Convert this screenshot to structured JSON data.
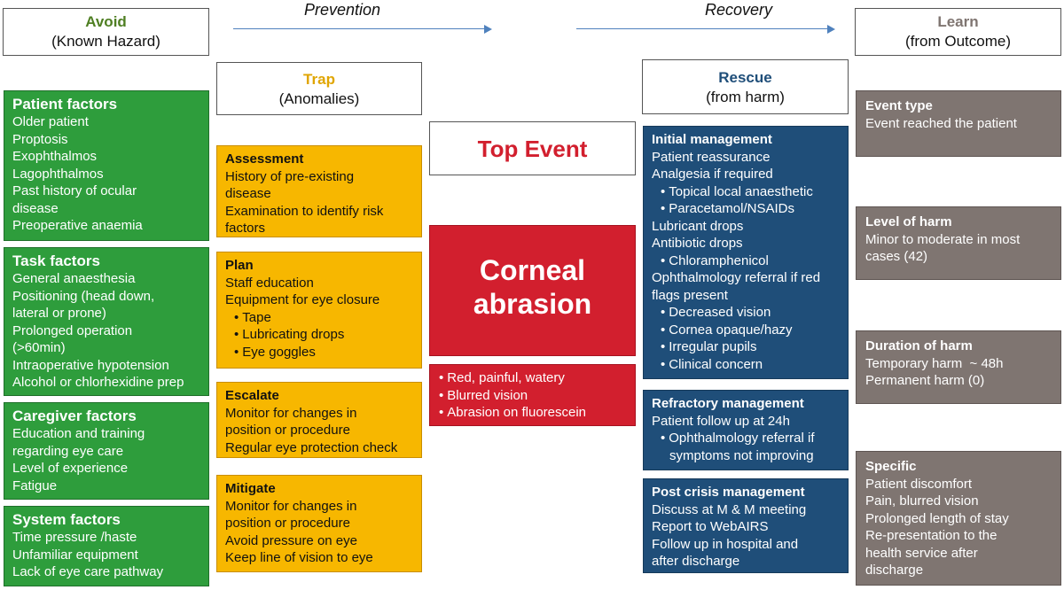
{
  "headers": {
    "avoid": {
      "title": "Avoid",
      "subtitle": "(Known Hazard)",
      "color": "#4f7f23"
    },
    "trap": {
      "title": "Trap",
      "subtitle": "(Anomalies)",
      "color": "#e0a500"
    },
    "rescue": {
      "title": "Rescue",
      "subtitle": "(from harm)",
      "color": "#1f4e79"
    },
    "learn": {
      "title": "Learn",
      "subtitle": "(from Outcome)",
      "color": "#7f7571"
    }
  },
  "phases": {
    "prevention": "Prevention",
    "recovery": "Recovery"
  },
  "top_event": {
    "label": "Top Event",
    "color": "#d21f2e"
  },
  "corneal": {
    "line1": "Corneal",
    "line2": "abrasion"
  },
  "symptoms": [
    "Red, painful, watery",
    "Blurred vision",
    "Abrasion on fluorescein"
  ],
  "avoid_boxes": [
    {
      "title": "Patient factors",
      "lines": [
        "Older patient",
        "Proptosis",
        "Exophthalmos",
        "Lagophthalmos",
        "Past history of ocular",
        "disease",
        "Preoperative anaemia"
      ]
    },
    {
      "title": "Task factors",
      "lines": [
        "General anaesthesia",
        "Positioning (head down,",
        "lateral or prone)",
        "Prolonged operation",
        "(>60min)",
        "Intraoperative hypotension",
        "Alcohol or chlorhexidine prep"
      ]
    },
    {
      "title": "Caregiver factors",
      "lines": [
        "Education and training",
        "regarding eye care",
        "Level of experience",
        "Fatigue"
      ]
    },
    {
      "title": "System factors",
      "lines": [
        "Time pressure /haste",
        "Unfamiliar equipment",
        "Lack of eye care pathway"
      ]
    }
  ],
  "trap_boxes": [
    {
      "title": "Assessment",
      "lines": [
        "History of pre-existing",
        "disease",
        "Examination to identify risk",
        "factors"
      ]
    },
    {
      "title": "Plan",
      "lines": [
        "Staff education",
        "Equipment for eye closure"
      ],
      "bullets": [
        "Tape",
        "Lubricating drops",
        "Eye goggles"
      ]
    },
    {
      "title": "Escalate",
      "lines": [
        "Monitor for changes in",
        "position or procedure",
        "Regular eye protection check"
      ]
    },
    {
      "title": "Mitigate",
      "lines": [
        "Monitor for changes in",
        "position or procedure",
        "Avoid pressure on eye",
        "Keep line of vision to eye"
      ]
    }
  ],
  "rescue_boxes": {
    "initial": {
      "title": "Initial management",
      "l1": "Patient reassurance",
      "l2": "Analgesia if required",
      "b1": "Topical local anaesthetic",
      "b2": "Paracetamol/NSAIDs",
      "l3": "Lubricant drops",
      "l4": "Antibiotic drops",
      "b3": "Chloramphenicol",
      "l5": "Ophthalmology referral if red",
      "l6": "flags present",
      "b4": "Decreased vision",
      "b5": "Cornea opaque/hazy",
      "b6": "Irregular pupils",
      "b7": "Clinical concern"
    },
    "refractory": {
      "title": "Refractory management",
      "l1": "Patient follow up at 24h",
      "b1": "Ophthalmology referral if",
      "b1b": "symptoms not improving"
    },
    "post": {
      "title": "Post crisis management",
      "lines": [
        "Discuss at M & M meeting",
        "Report to WebAIRS",
        "Follow up in hospital and",
        "after discharge"
      ]
    }
  },
  "learn_boxes": [
    {
      "title": "Event type",
      "lines": [
        "Event reached the patient"
      ]
    },
    {
      "title": "Level of harm",
      "lines": [
        "Minor to moderate in most",
        "cases (42)"
      ]
    },
    {
      "title": "Duration of harm",
      "lines": [
        "Temporary harm  ~ 48h",
        "Permanent harm (0)"
      ]
    },
    {
      "title": "Specific",
      "lines": [
        "Patient discomfort",
        "Pain, blurred vision",
        "Prolonged length of stay",
        "Re-presentation to the",
        "health service after",
        "discharge"
      ]
    }
  ]
}
